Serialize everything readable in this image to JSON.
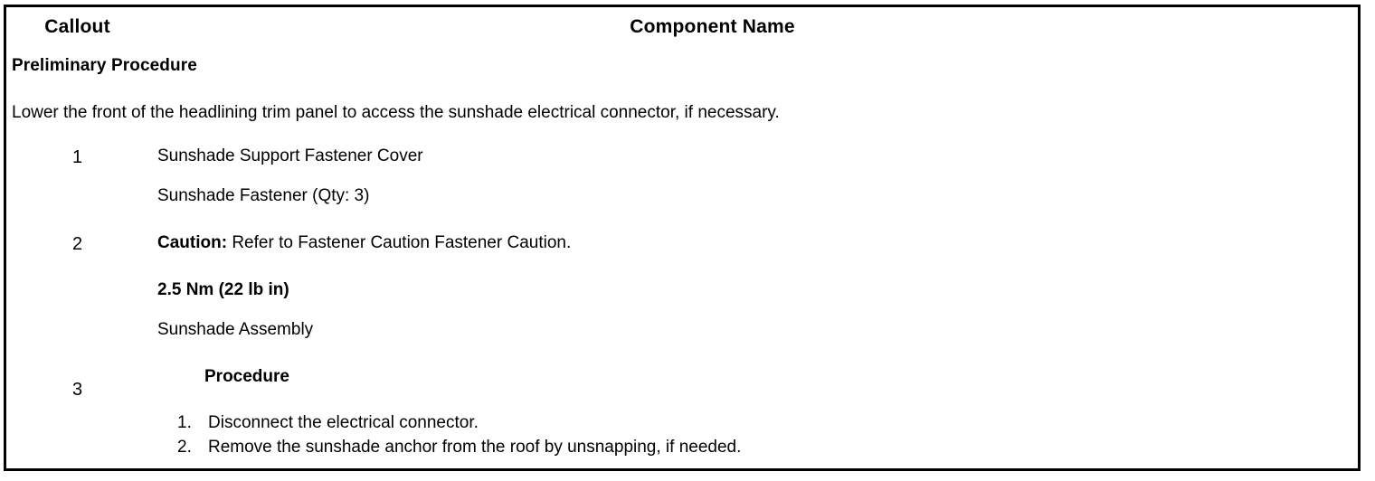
{
  "table": {
    "columns": [
      {
        "key": "callout",
        "label": "Callout"
      },
      {
        "key": "component",
        "label": "Component Name"
      }
    ],
    "preliminary": {
      "title": "Preliminary Procedure",
      "text": "Lower the front of the headlining trim panel to access the sunshade electrical connector, if necessary."
    },
    "rows": [
      {
        "callout": "1",
        "name": "Sunshade Support Fastener Cover"
      },
      {
        "callout": "2",
        "name": "Sunshade Fastener (Qty: 3)",
        "caution_label": "Caution:",
        "caution_text": " Refer to Fastener Caution Fastener Caution.",
        "torque": "2.5 Nm (22 lb in)"
      },
      {
        "callout": "3",
        "name": "Sunshade Assembly",
        "procedure_heading": "Procedure",
        "steps": [
          "Disconnect the electrical connector.",
          "Remove the sunshade anchor from the roof by unsnapping, if needed."
        ]
      }
    ]
  },
  "colors": {
    "border": "#000000",
    "text": "#000000",
    "background": "#ffffff"
  }
}
